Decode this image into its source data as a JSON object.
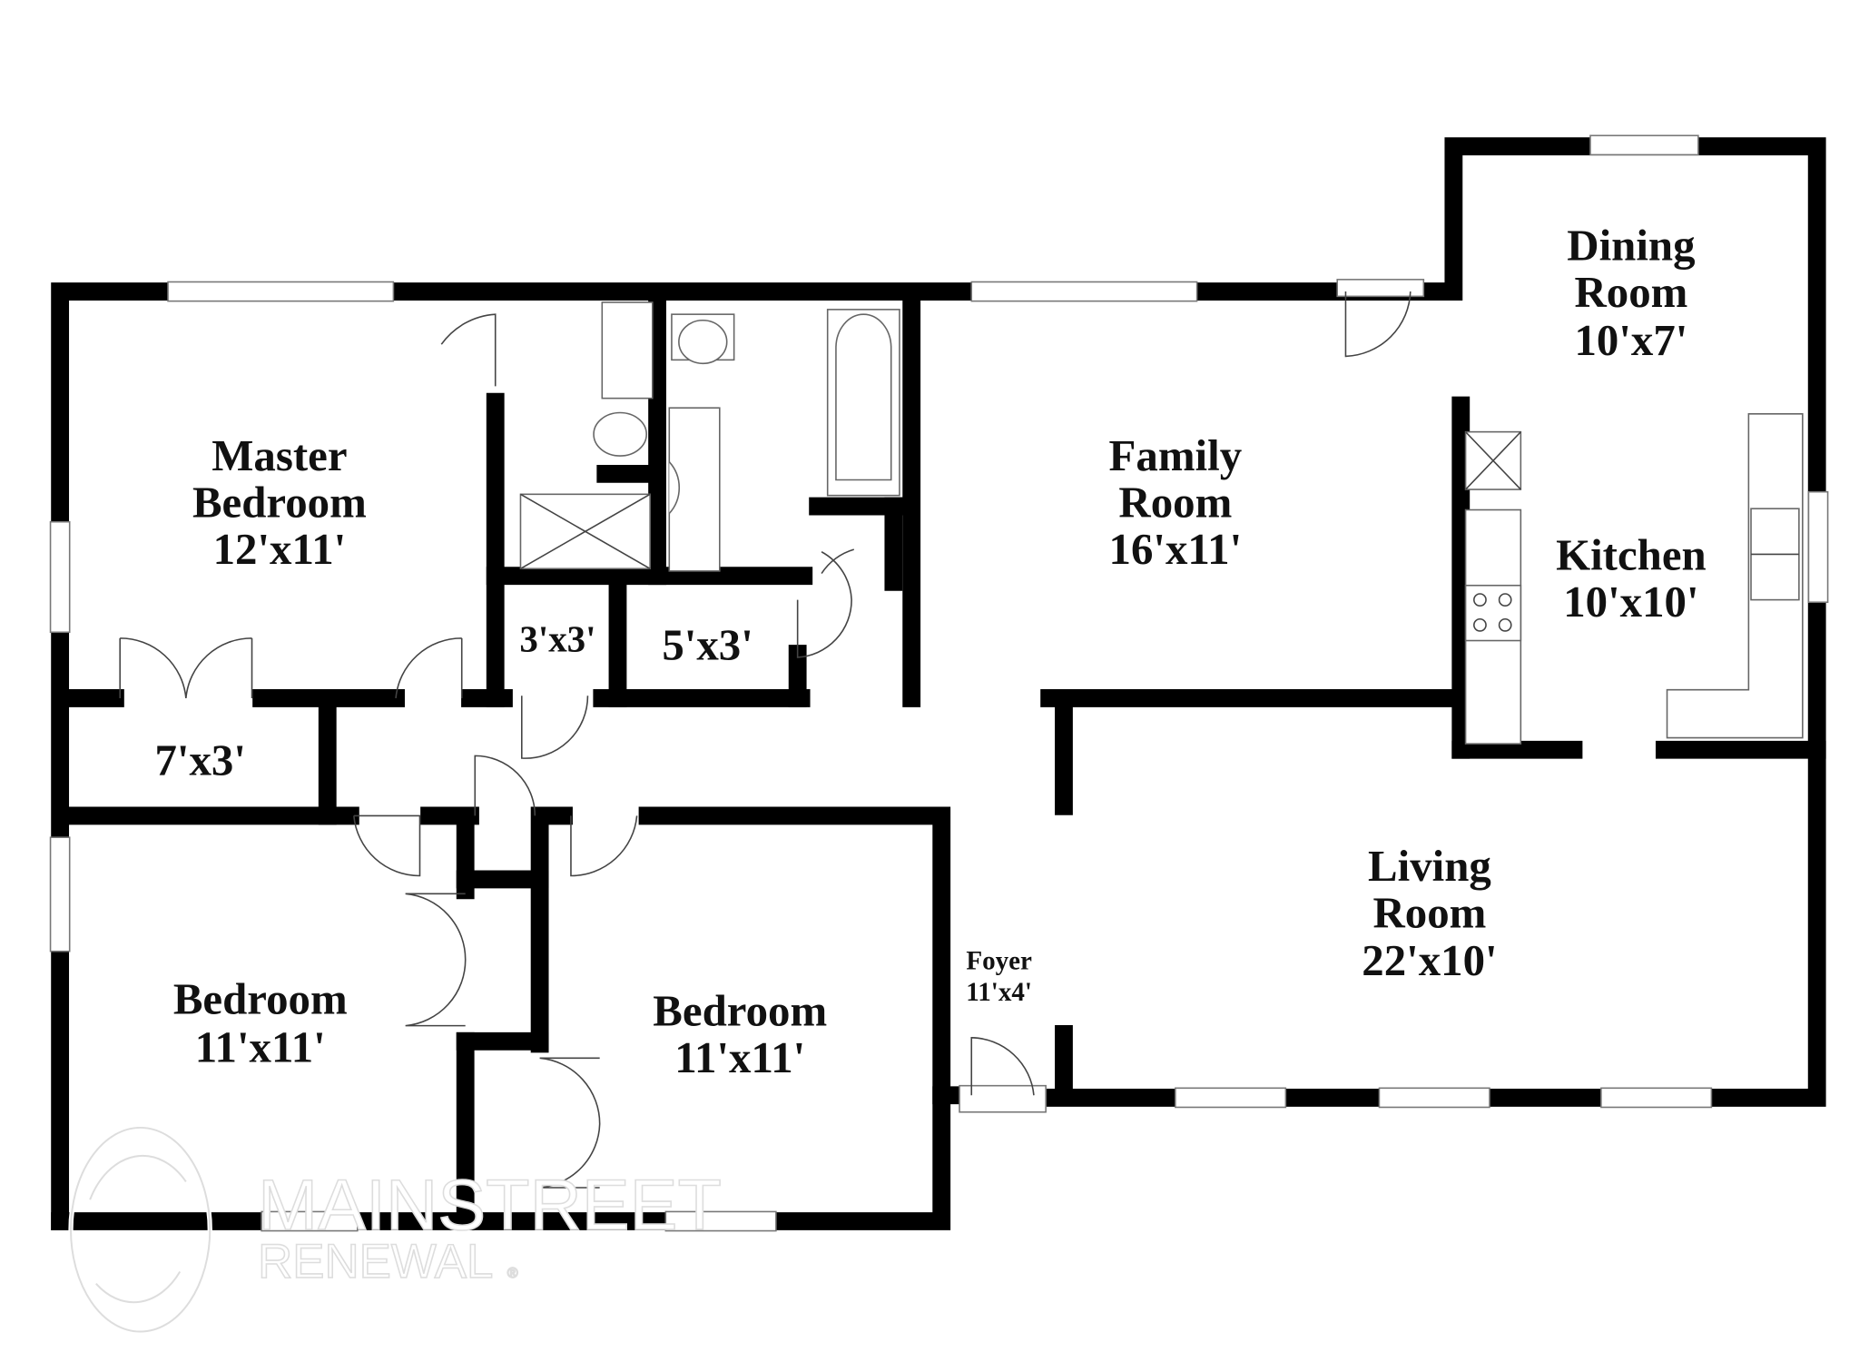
{
  "rooms": {
    "master_bedroom": {
      "name1": "Master",
      "name2": "Bedroom",
      "size": "12'x11'"
    },
    "family_room": {
      "name1": "Family",
      "name2": "Room",
      "size": "16'x11'"
    },
    "dining_room": {
      "name1": "Dining",
      "name2": "Room",
      "size": "10'x7'"
    },
    "kitchen": {
      "name": "Kitchen",
      "size": "10'x10'"
    },
    "living_room": {
      "name1": "Living",
      "name2": "Room",
      "size": "22'x10'"
    },
    "bedroom_1": {
      "name": "Bedroom",
      "size": "11'x11'"
    },
    "bedroom_2": {
      "name": "Bedroom",
      "size": "11'x11'"
    },
    "foyer": {
      "name": "Foyer",
      "size": "11'x4'"
    },
    "closet_master": {
      "size": "7'x3'"
    },
    "closet_small": {
      "size": "3'x3'"
    },
    "closet_hall": {
      "size": "5'x3'"
    }
  },
  "watermark": {
    "line1": "MAINSTREET",
    "line2": "RENEWAL",
    "mark": "®"
  }
}
